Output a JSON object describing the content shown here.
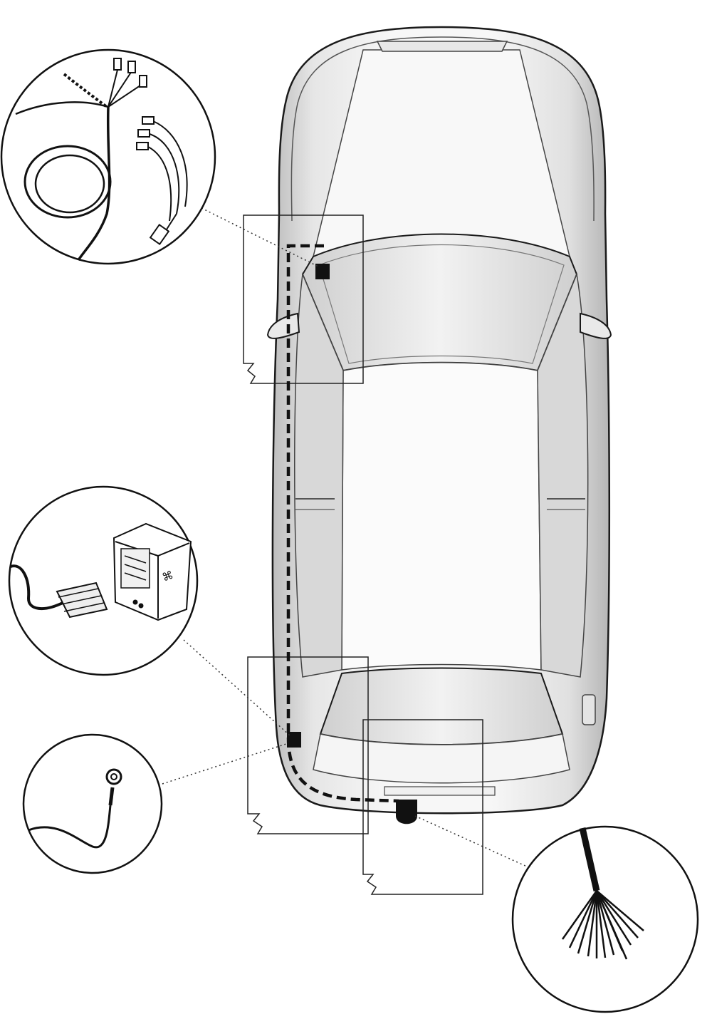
{
  "diagram": {
    "kind": "vehicle-wiring-installation",
    "view": "top-down",
    "colors": {
      "outline": "#1a1a1a",
      "body_light": "#f4f4f4",
      "body_mid": "#d6d6d6",
      "body_dark": "#a9a9a9",
      "wire": "#111111",
      "leader": "#333333"
    },
    "callouts": [
      {
        "id": "front-wiring-loom",
        "icon": "cable-bundle-with-terminals-icon"
      },
      {
        "id": "control-module",
        "icon": "connector-and-module-icon"
      },
      {
        "id": "ground-wire",
        "icon": "ring-terminal-icon"
      },
      {
        "id": "socket-wires",
        "icon": "loose-wire-ends-icon"
      }
    ],
    "markers": [
      {
        "id": "front-connection-point"
      },
      {
        "id": "module-mount-point"
      },
      {
        "id": "tow-socket-point"
      }
    ]
  }
}
